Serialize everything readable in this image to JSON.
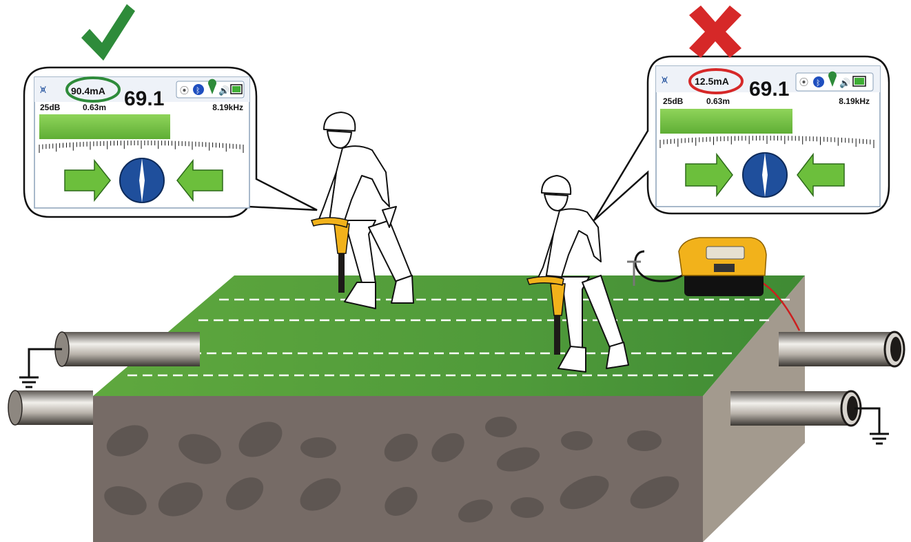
{
  "left_display": {
    "current": "90.4mA",
    "signal": "69.1",
    "gain": "25dB",
    "depth": "0.63m",
    "frequency": "8.19kHz",
    "verdict": "correct",
    "highlight_color": "#2e8b3a"
  },
  "right_display": {
    "current": "12.5mA",
    "signal": "69.1",
    "gain": "25dB",
    "depth": "0.63m",
    "frequency": "8.19kHz",
    "verdict": "incorrect",
    "highlight_color": "#d62828"
  },
  "icons": {
    "check": "check-mark-icon",
    "cross": "cross-mark-icon",
    "status": [
      "mode-icon",
      "radio-icon",
      "bluetooth-icon",
      "gps-icon",
      "speaker-icon",
      "battery-icon"
    ],
    "guidance": [
      "right-arrow-icon",
      "compass-icon",
      "left-arrow-icon"
    ],
    "ground": "ground-symbol-icon"
  },
  "colors": {
    "grass": "#4f9a3a",
    "soil": "#766b66",
    "soil_side": "#a39a8e",
    "bar": "#6cbf3c",
    "locator": "#f2b21b",
    "compass": "#1f4f9c",
    "cable": "#cc1f1f"
  }
}
